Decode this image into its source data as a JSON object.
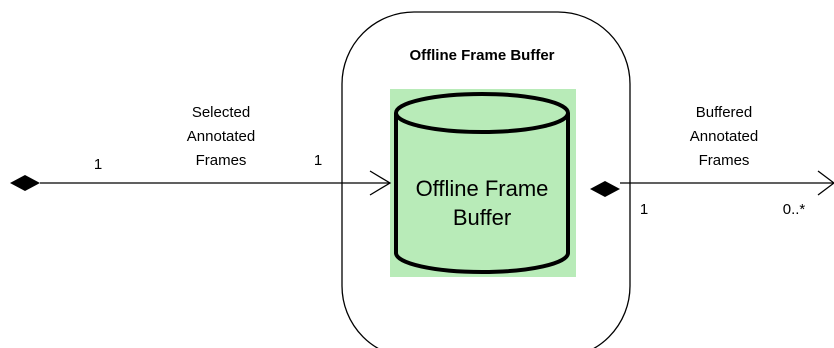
{
  "container": {
    "title": "Offline Frame Buffer"
  },
  "store": {
    "label_line1": "Offline Frame",
    "label_line2": "Buffer"
  },
  "input_flow": {
    "label_line1": "Selected",
    "label_line2": "Annotated",
    "label_line3": "Frames",
    "source_multiplicity": "1",
    "target_multiplicity": "1"
  },
  "output_flow": {
    "label_line1": "Buffered",
    "label_line2": "Annotated",
    "label_line3": "Frames",
    "source_multiplicity": "1",
    "target_multiplicity": "0..*"
  },
  "colors": {
    "store_fill": "#b8ebb8",
    "line": "#000000",
    "background": "#ffffff"
  }
}
